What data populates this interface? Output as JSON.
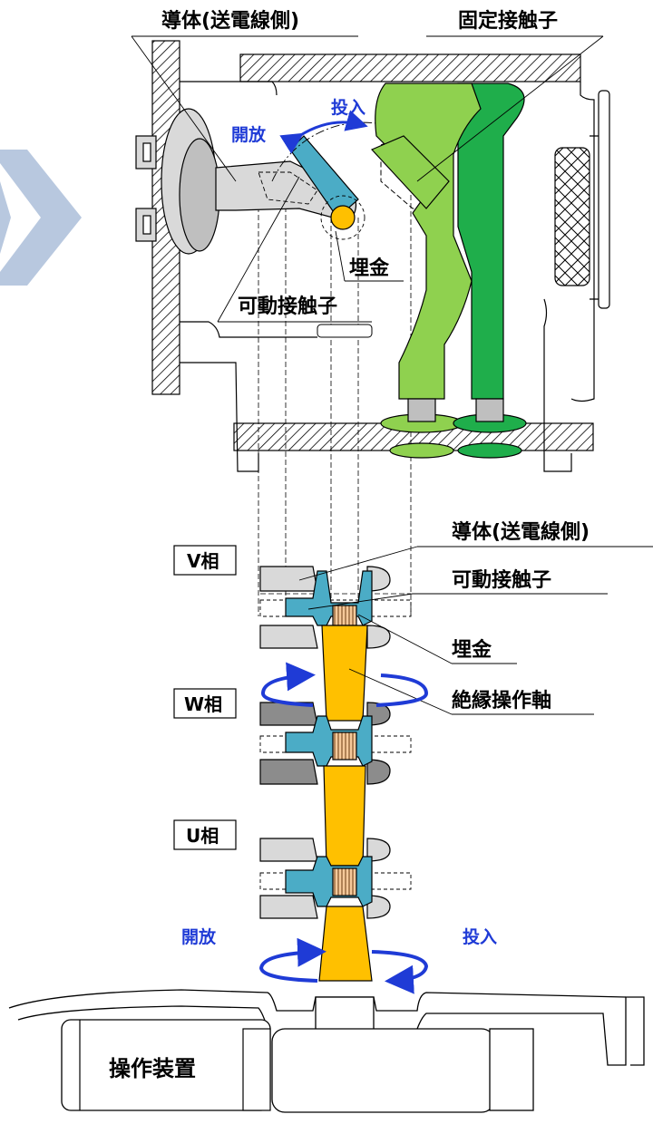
{
  "labels": {
    "conductor_top": "導体(送電線側)",
    "fixed_contact": "固定接触子",
    "close_top": "投入",
    "open_top": "開放",
    "insert_top": "埋金",
    "movable_contact_top": "可動接触子",
    "conductor_mid": "導体(送電線側)",
    "movable_contact_mid": "可動接触子",
    "insert_mid": "埋金",
    "insulated_shaft": "絶縁操作軸",
    "phase_v": "V相",
    "phase_w": "W相",
    "phase_u": "U相",
    "open_bottom": "開放",
    "close_bottom": "投入",
    "operating_device": "操作装置"
  },
  "colors": {
    "fixed_contact_light": "#8fd14f",
    "fixed_contact_dark": "#1fae4b",
    "movable_contact": "#4bacc6",
    "insert": "#ffc000",
    "shaft": "#ffc000",
    "arrow_blue": "#1f3bd6",
    "chevron": "#b8c8df"
  }
}
